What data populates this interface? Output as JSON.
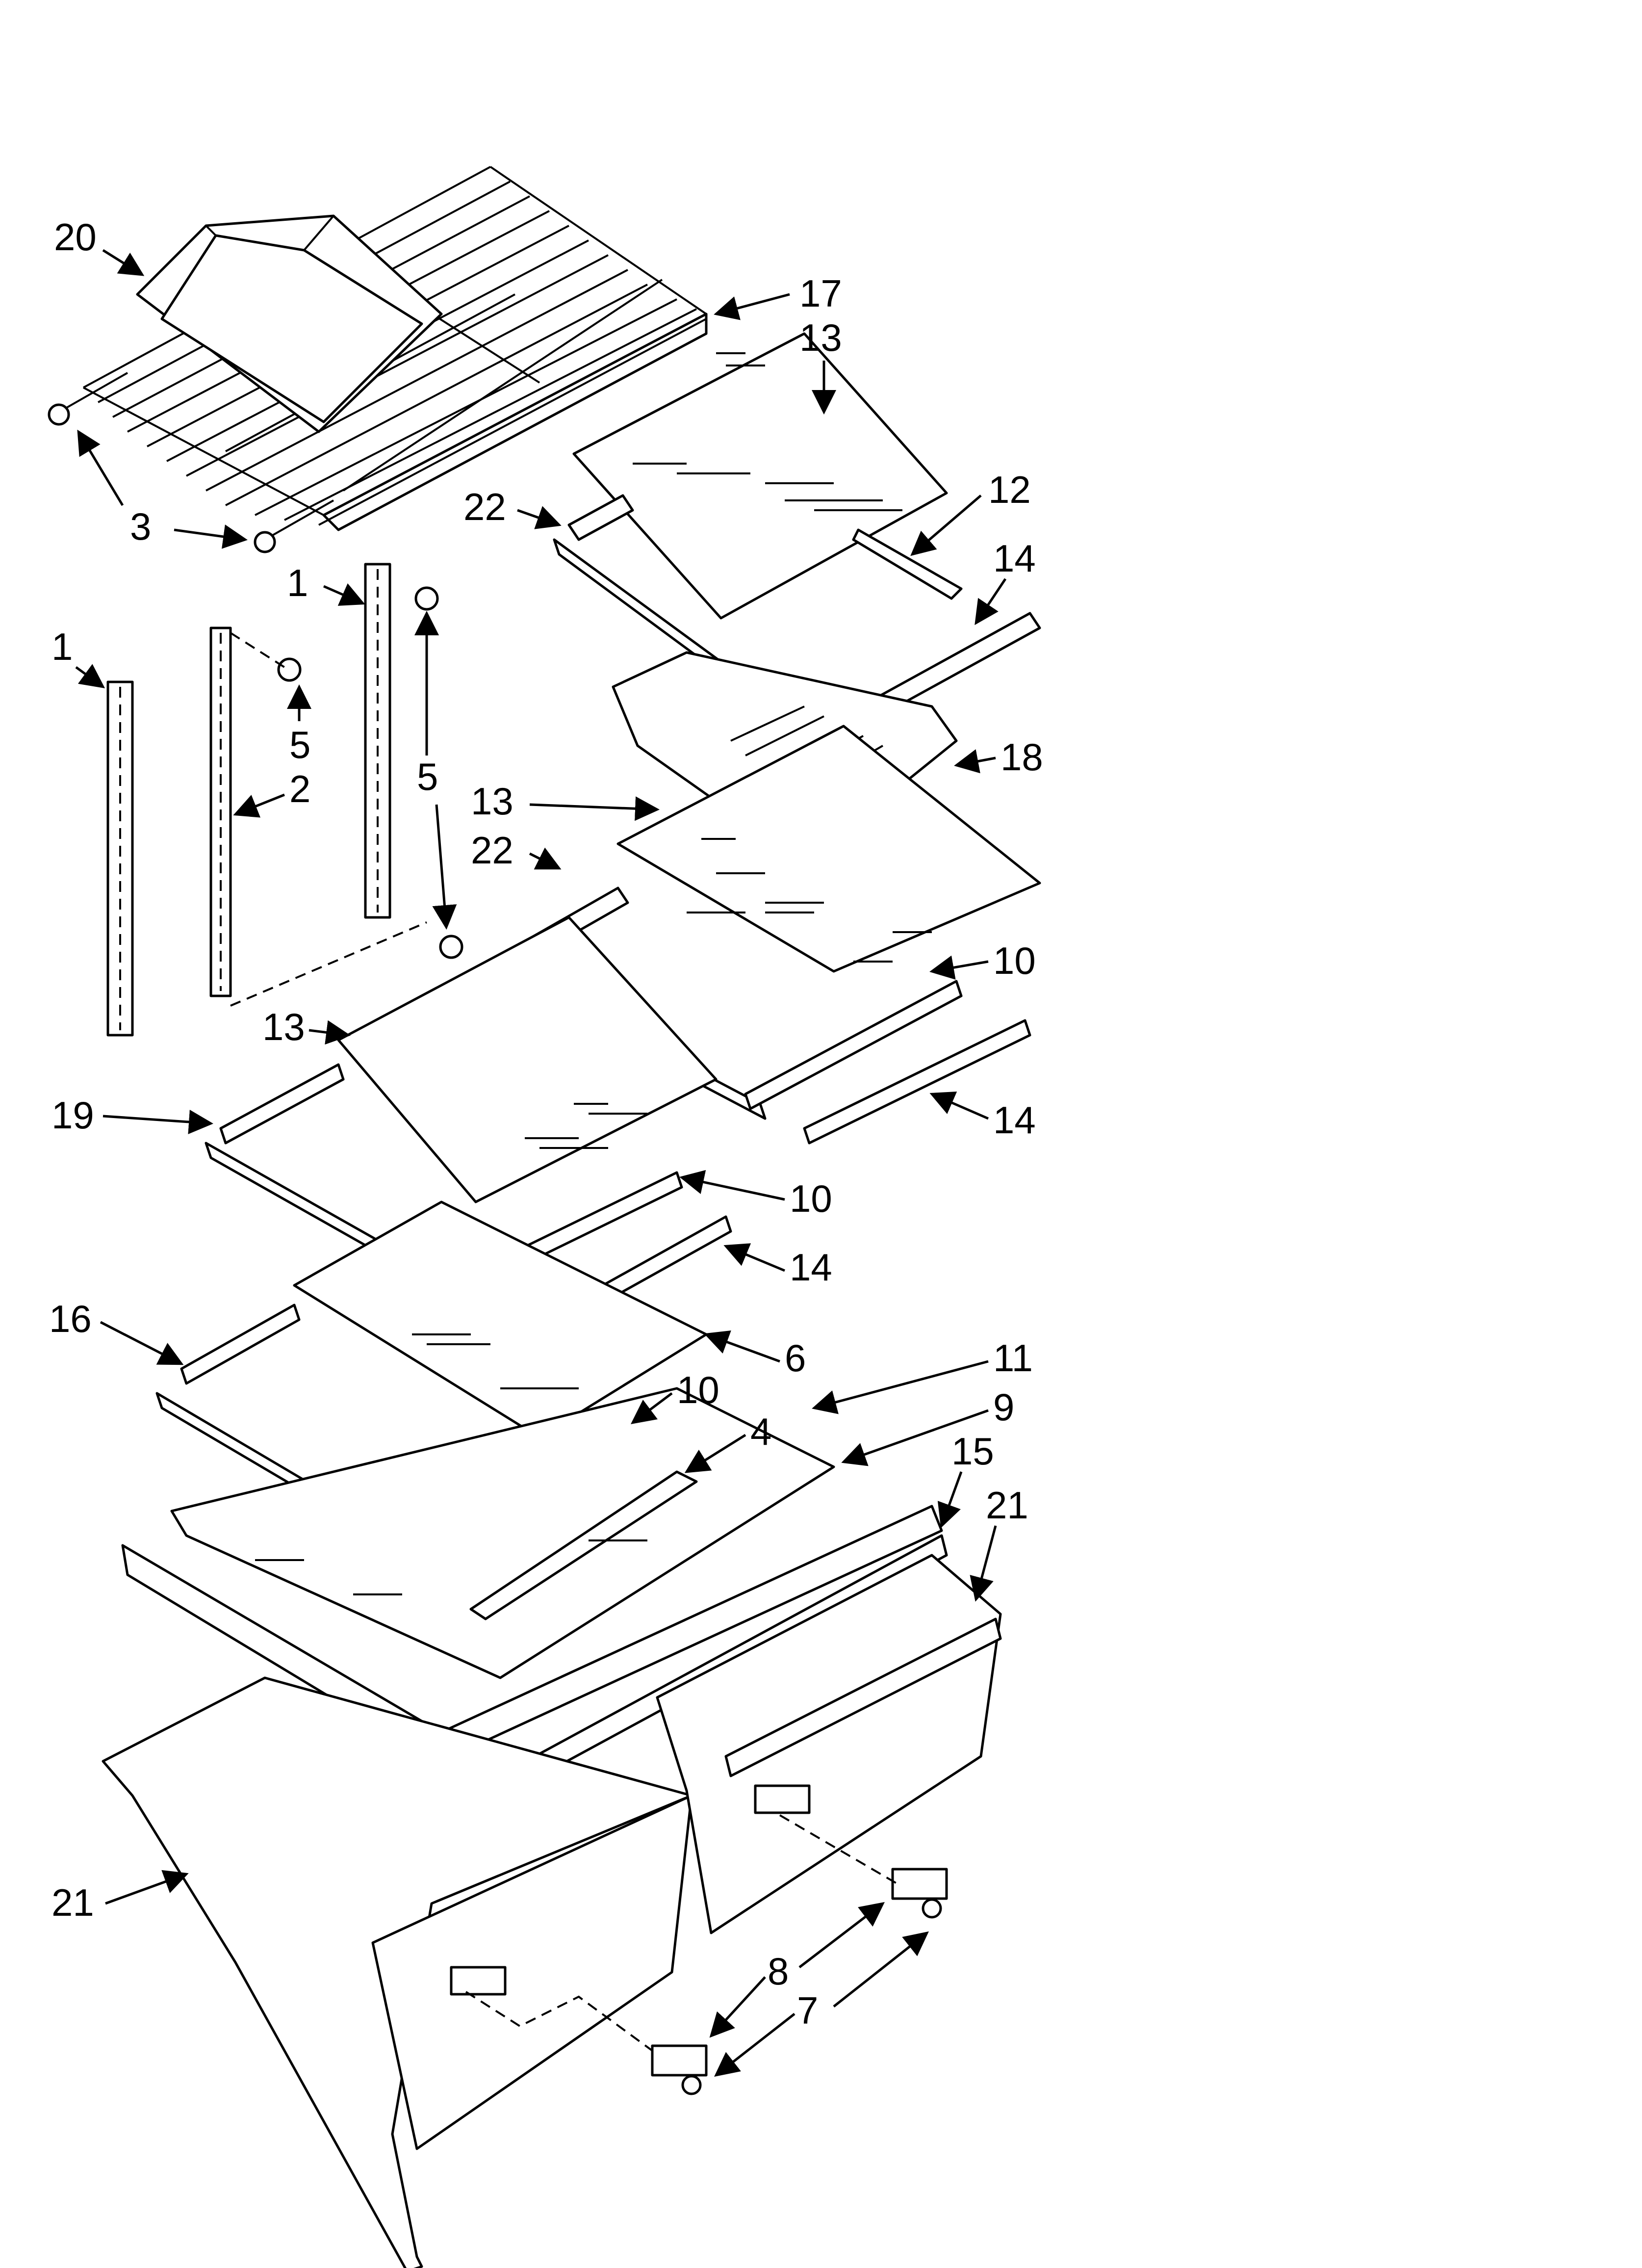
{
  "callouts": {
    "c20": "20",
    "c17": "17",
    "c13a": "13",
    "c3": "3",
    "c22a": "22",
    "c12": "12",
    "c1a": "1",
    "c14a": "14",
    "c1b": "1",
    "c5a": "5",
    "c2": "2",
    "c5b": "5",
    "c18": "18",
    "c13b": "13",
    "c22b": "22",
    "c10a": "10",
    "c13c": "13",
    "c19": "19",
    "c14b": "14",
    "c10b": "10",
    "c14c": "14",
    "c16": "16",
    "c6": "6",
    "c11": "11",
    "c10c": "10",
    "c4": "4",
    "c9": "9",
    "c15": "15",
    "c21a": "21",
    "c21b": "21",
    "c8": "8",
    "c7": "7"
  }
}
